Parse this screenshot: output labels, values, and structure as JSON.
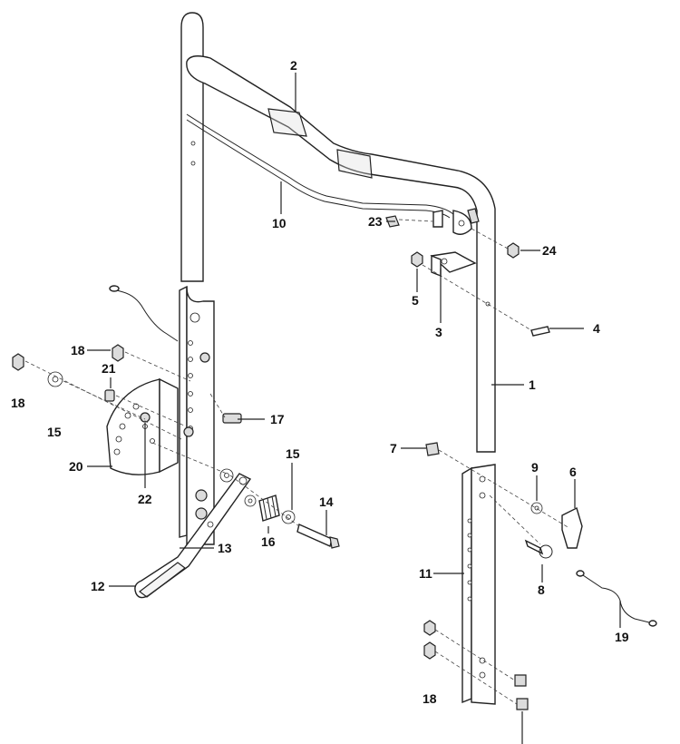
{
  "callouts": [
    {
      "id": "c1",
      "text": "1"
    },
    {
      "id": "c2",
      "text": "2"
    },
    {
      "id": "c3",
      "text": "3"
    },
    {
      "id": "c4",
      "text": "4"
    },
    {
      "id": "c5",
      "text": "5"
    },
    {
      "id": "c6",
      "text": "6"
    },
    {
      "id": "c7",
      "text": "7"
    },
    {
      "id": "c8",
      "text": "8"
    },
    {
      "id": "c9",
      "text": "9"
    },
    {
      "id": "c10",
      "text": "10"
    },
    {
      "id": "c11",
      "text": "11"
    },
    {
      "id": "c12",
      "text": "12"
    },
    {
      "id": "c13",
      "text": "13"
    },
    {
      "id": "c14",
      "text": "14"
    },
    {
      "id": "c15a",
      "text": "15"
    },
    {
      "id": "c15b",
      "text": "15"
    },
    {
      "id": "c16",
      "text": "16"
    },
    {
      "id": "c17",
      "text": "17"
    },
    {
      "id": "c18a",
      "text": "18"
    },
    {
      "id": "c18b",
      "text": "18"
    },
    {
      "id": "c18c",
      "text": "18"
    },
    {
      "id": "c19",
      "text": "19"
    },
    {
      "id": "c20",
      "text": "20"
    },
    {
      "id": "c21",
      "text": "21"
    },
    {
      "id": "c22",
      "text": "22"
    },
    {
      "id": "c23",
      "text": "23"
    },
    {
      "id": "c24",
      "text": "24"
    }
  ]
}
